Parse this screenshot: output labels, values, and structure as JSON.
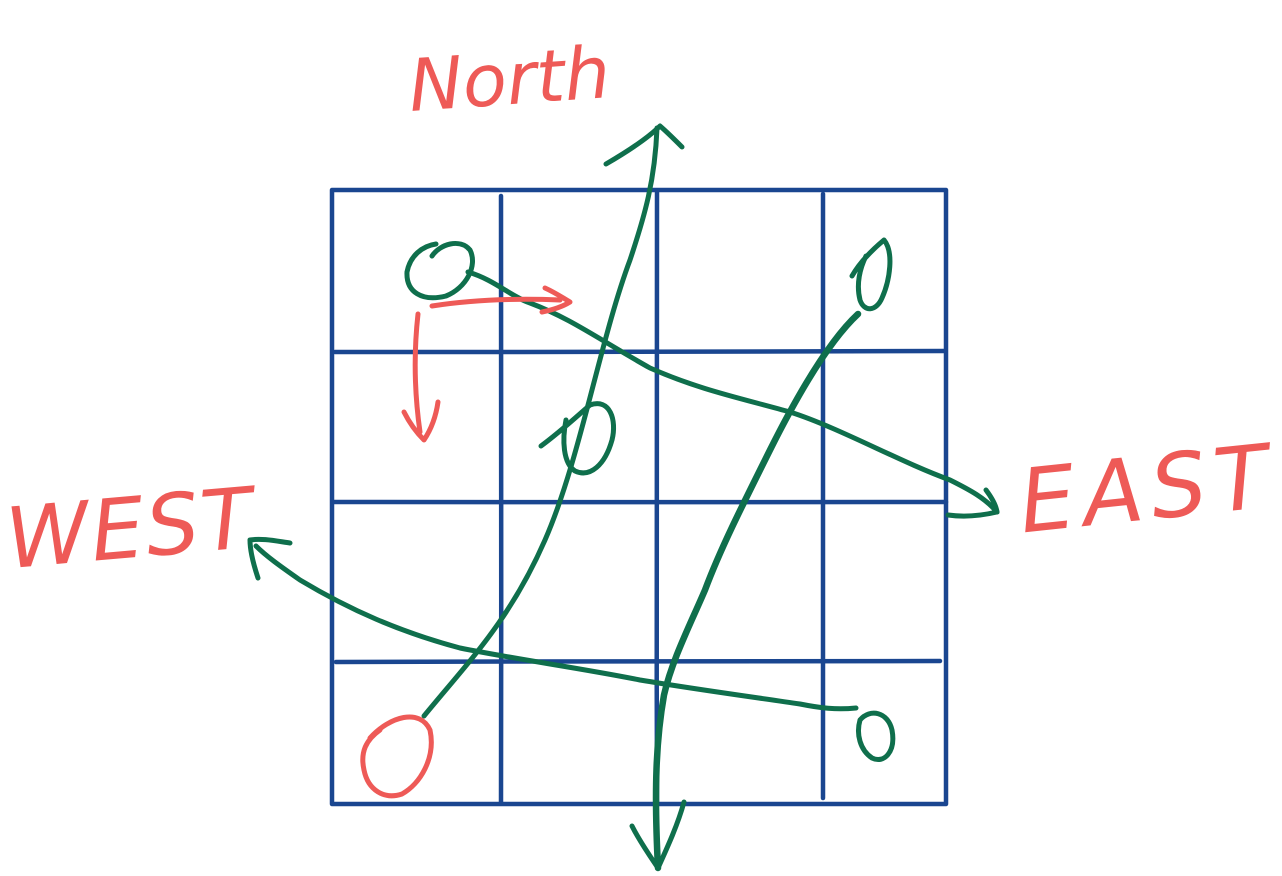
{
  "labels": {
    "north": "North",
    "east": "EAST",
    "west": "WEST"
  },
  "colors": {
    "grid": "#1a4690",
    "annotation": "#ee5a57",
    "path": "#0f6f4c",
    "background": "#ffffff"
  },
  "grid": {
    "rows": 4,
    "columns": 4
  }
}
